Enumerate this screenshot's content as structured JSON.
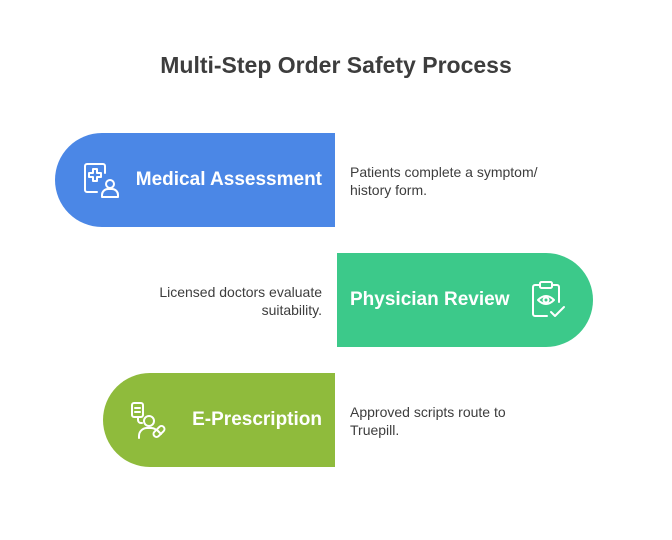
{
  "title": "Multi-Step Order Safety Process",
  "steps": [
    {
      "label": "Medical Assessment",
      "description_lines": [
        "Patients complete a symptom/",
        "history form."
      ],
      "icon": "medical-record-icon",
      "color": "#4b87e6"
    },
    {
      "label": "Physician Review",
      "description_lines": [
        "Licensed doctors evaluate",
        "suitability."
      ],
      "icon": "clipboard-review-icon",
      "color": "#3cc98a"
    },
    {
      "label": "E-Prescription",
      "description_lines": [
        "Approved scripts route to",
        "Truepill."
      ],
      "icon": "prescription-icon",
      "color": "#8fbb3c"
    }
  ]
}
